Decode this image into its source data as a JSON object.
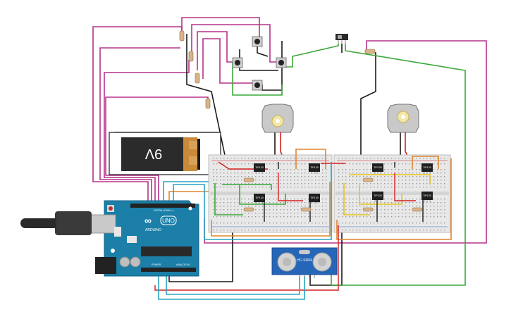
{
  "battery": {
    "label": "9V"
  },
  "transistors": {
    "left_top_left": "TIP120",
    "left_top_right": "TIP120",
    "left_bottom_left": "TIP120",
    "left_bottom_right": "TIP120",
    "right_top_left": "TIP120",
    "right_top_right": "TIP120",
    "right_bottom_left": "TIP120",
    "right_bottom_right": "TIP120"
  },
  "arduino": {
    "brand": "ARDUINO",
    "model": "UNO",
    "digital_label": "DIGITAL (PWM ~)",
    "power_label": "POWER",
    "analog_label": "ANALOG IN"
  },
  "sensor": {
    "model": "HC-SR04"
  },
  "colors": {
    "wire_magenta": "#b5338a",
    "wire_green": "#3aa83a",
    "wire_black": "#1a1a1a",
    "wire_red": "#d42020",
    "wire_orange": "#e2862c",
    "wire_yellow": "#e6c619",
    "wire_blue": "#2aa5c2",
    "arduino_blue": "#1b7fa8",
    "breadboard": "#e8e8e8"
  }
}
